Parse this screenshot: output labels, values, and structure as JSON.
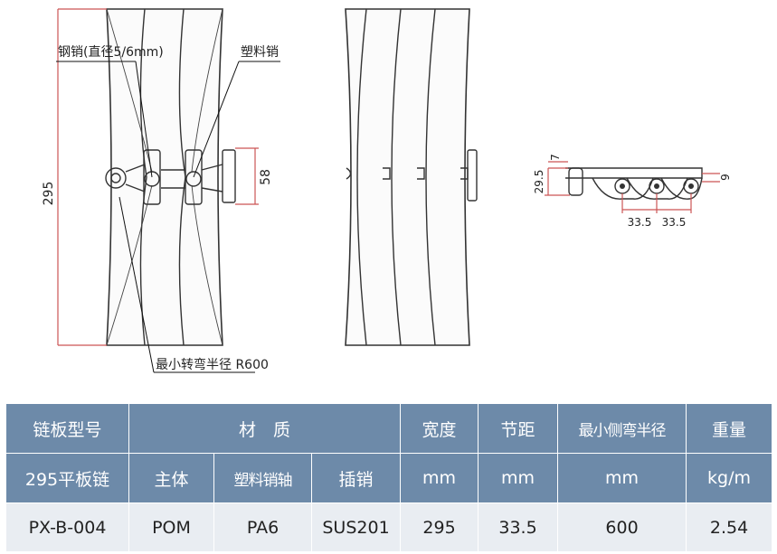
{
  "drawing": {
    "labels": {
      "steel_pin": "钢销(直径5/6mm)",
      "plastic_pin": "塑料销",
      "min_radius": "最小转弯半径 R600",
      "width": "295",
      "pin_boss": "58"
    },
    "side_dims": {
      "d7": "7",
      "d29_5": "29.5",
      "d9": "9",
      "pitch_1": "33.5",
      "pitch_2": "33.5"
    }
  },
  "table": {
    "headers": {
      "model": "链板型号",
      "material": "材　质",
      "width": "宽度",
      "pitch": "节距",
      "min_side_radius": "最小侧弯半径",
      "weight": "重量"
    },
    "subheaders": {
      "series": "295平板链",
      "body": "主体",
      "plastic_pin_shaft": "塑料销轴",
      "insert_pin": "插销",
      "width_unit": "mm",
      "pitch_unit": "mm",
      "radius_unit": "mm",
      "weight_unit": "kg/m"
    },
    "row": {
      "model": "PX-B-004",
      "body": "POM",
      "plastic_pin_shaft": "PA6",
      "insert_pin": "SUS201",
      "width": "295",
      "pitch": "33.5",
      "min_side_radius": "600",
      "weight": "2.54"
    },
    "colors": {
      "header_bg": "#6d8aa9",
      "header_text": "#ffffff",
      "row_bg": "#e9edf2"
    }
  }
}
